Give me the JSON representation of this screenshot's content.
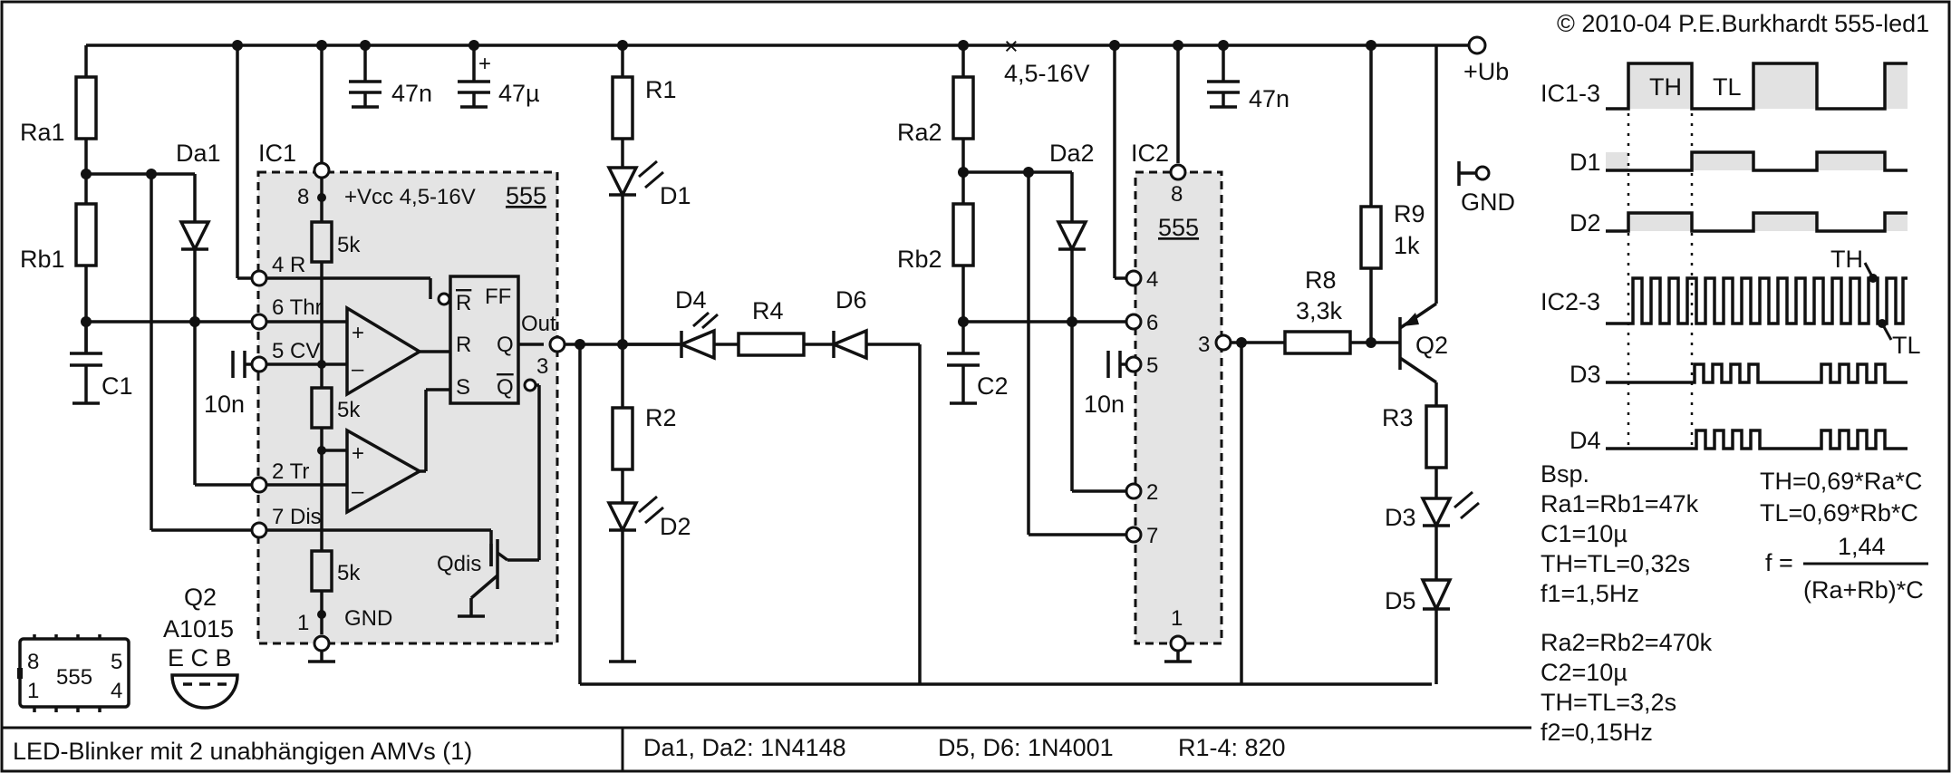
{
  "copyright": "© 2010-04 P.E.Burkhardt 555-led1",
  "title": "LED-Blinker mit 2 unabhängigen AMVs (1)",
  "footer": {
    "da": "Da1, Da2: 1N4148",
    "d56": "D5, D6: 1N4001",
    "r14": "R1-4: 820"
  },
  "supply": {
    "range": "4,5-16V",
    "ub": "+Ub",
    "gnd": "GND"
  },
  "caps_top": {
    "c47n_a": "47n",
    "c47u": "47µ",
    "c47n_b": "47n"
  },
  "ic1": {
    "name": "IC1",
    "chip": "555",
    "vcc_label": "+Vcc  4,5-16V",
    "gnd_label": "GND",
    "pin8": "8",
    "pin4": "4 R",
    "pin6": "6 Thr",
    "pin5": "5 CV",
    "pin2": "2 Tr",
    "pin7": "7 Dis",
    "pin1": "1",
    "pin3": "3",
    "out": "Out",
    "res": [
      "5k",
      "5k",
      "5k"
    ],
    "qdis": "Qdis",
    "ff": {
      "label": "FF",
      "r_bar": "R",
      "r": "R",
      "q": "Q",
      "s": "S",
      "q_bar": "Q"
    },
    "cmp": {
      "plus": "+",
      "minus": "–"
    }
  },
  "ic2": {
    "name": "IC2",
    "chip": "555",
    "pin8": "8",
    "pin4": "4",
    "pin6": "6",
    "pin5": "5",
    "pin2": "2",
    "pin7": "7",
    "pin1": "1",
    "pin3": "3"
  },
  "parts": {
    "ra1": "Ra1",
    "rb1": "Rb1",
    "c1": "C1",
    "da1": "Da1",
    "c10n_a": "10n",
    "r1": "R1",
    "d1": "D1",
    "r2": "R2",
    "d2": "D2",
    "d4": "D4",
    "r4": "R4",
    "d6": "D6",
    "ra2": "Ra2",
    "rb2": "Rb2",
    "c2": "C2",
    "da2": "Da2",
    "c10n_b": "10n",
    "r8": "R8",
    "r8v": "3,3k",
    "r9": "R9",
    "r9v": "1k",
    "q2": "Q2",
    "r3": "R3",
    "d3": "D3",
    "d5": "D5"
  },
  "packages": {
    "ic_pins": [
      "8",
      "5",
      "1",
      "4"
    ],
    "ic_name": "555",
    "q2_name": "Q2",
    "q2_type": "A1015",
    "q2_pins": "E C B"
  },
  "timing": {
    "labels": [
      "IC1-3",
      "D1",
      "D2",
      "IC2-3",
      "D3",
      "D4"
    ],
    "th": "TH",
    "tl": "TL",
    "th_sub": "H",
    "tl_sub": "L"
  },
  "example": {
    "heading": "Bsp.",
    "set1": [
      "Ra1=Rb1=47k",
      "C1=10µ",
      "TH=TL=0,32s",
      "f1=1,5Hz"
    ],
    "set2": [
      "Ra2=Rb2=470k",
      "C2=10µ",
      "TH=TL=3,2s",
      "f2=0,15Hz"
    ]
  },
  "formulas": {
    "th": "TH=0,69*Ra*C",
    "tl": "TL=0,69*Rb*C",
    "f_lhs": "f =",
    "f_num": "1,44",
    "f_den": "(Ra+Rb)*C"
  }
}
